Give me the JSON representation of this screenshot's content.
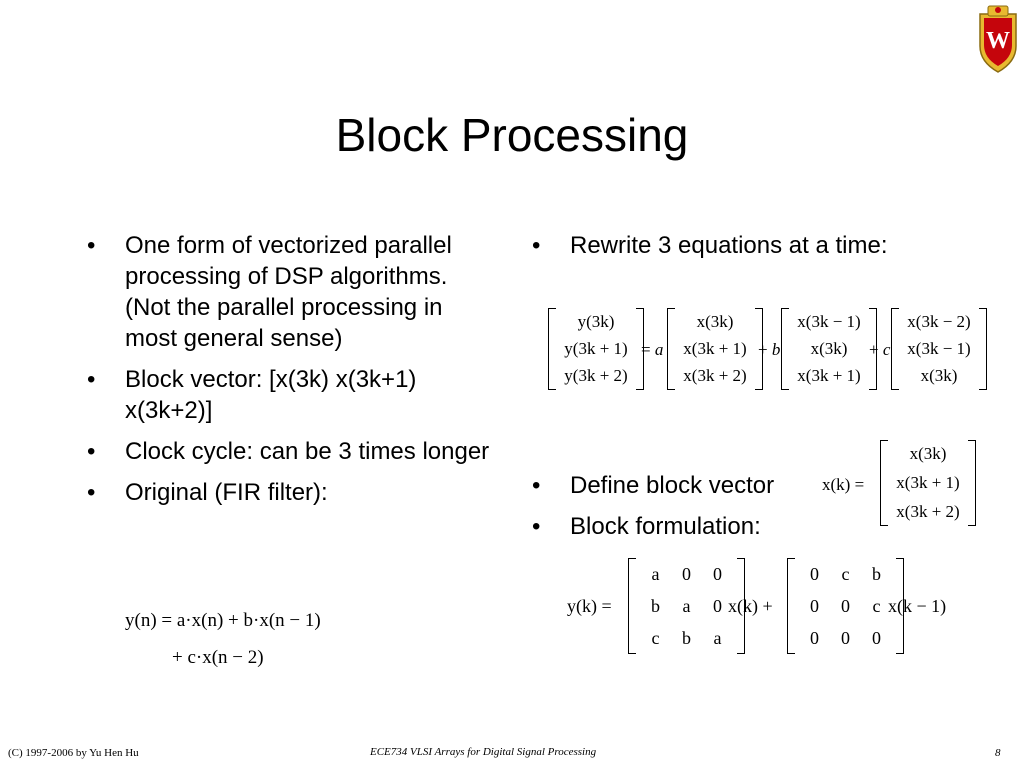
{
  "slide": {
    "title": "Block Processing",
    "left_bullets": [
      "One form of vectorized parallel processing of DSP algorithms. (Not the parallel processing in most general sense)",
      "Block vector: [x(3k) x(3k+1) x(3k+2)]",
      "Clock cycle: can be 3 times longer",
      "Original (FIR filter):"
    ],
    "right_bullets": [
      "Rewrite 3 equations at a time:",
      "Define block vector",
      "Block formulation:"
    ],
    "bullet_char": "•"
  },
  "fir_equation": {
    "line1": "y(n) = a·x(n) + b·x(n − 1)",
    "line2": "+ c·x(n − 2)"
  },
  "equations_3": {
    "y_vector": [
      "y(3k)",
      "y(3k + 1)",
      "y(3k + 2)"
    ],
    "coef_a": "a",
    "coef_b": "b",
    "coef_c": "c",
    "x_vector_0": [
      "x(3k)",
      "x(3k + 1)",
      "x(3k + 2)"
    ],
    "x_vector_1": [
      "x(3k − 1)",
      "x(3k)",
      "x(3k + 1)"
    ],
    "x_vector_2": [
      "x(3k − 2)",
      "x(3k − 1)",
      "x(3k)"
    ]
  },
  "block_vector_def": {
    "lhs": "x(k) =",
    "entries": [
      "x(3k)",
      "x(3k + 1)",
      "x(3k + 2)"
    ]
  },
  "block_formulation": {
    "lhs": "y(k) =",
    "matrix_A": [
      [
        "a",
        "0",
        "0"
      ],
      [
        "b",
        "a",
        "0"
      ],
      [
        "c",
        "b",
        "a"
      ]
    ],
    "mid": "x(k) +",
    "matrix_B": [
      [
        "0",
        "c",
        "b"
      ],
      [
        "0",
        "0",
        "c"
      ],
      [
        "0",
        "0",
        "0"
      ]
    ],
    "rhs": "x(k − 1)"
  },
  "footer": {
    "left": "(C) 1997-2006 by Yu Hen Hu",
    "center": "ECE734 VLSI Arrays for Digital Signal Processing",
    "page": "8"
  },
  "colors": {
    "logo_red": "#c5050c",
    "logo_gold": "#e8b930"
  },
  "logo": {
    "letter": "W"
  }
}
